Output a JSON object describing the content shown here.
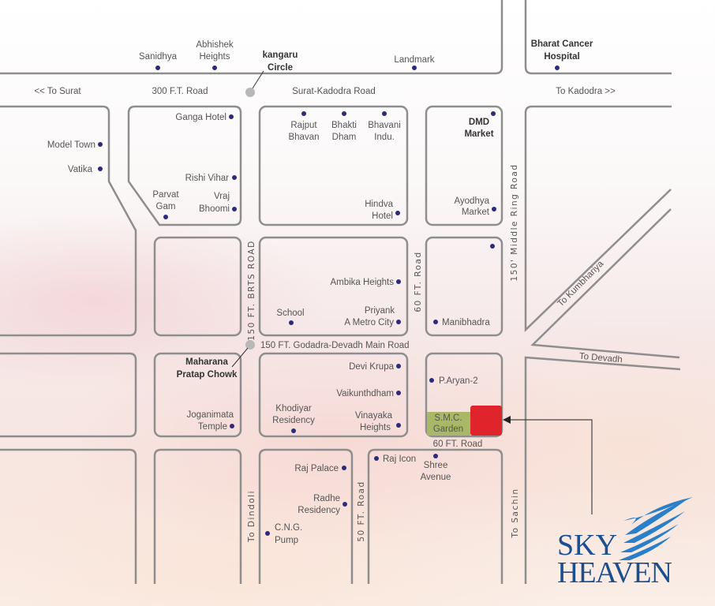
{
  "colors": {
    "road": "#8e8e8e",
    "poi_dot": "#2c2a7c",
    "site": "#e0242b",
    "garden": "#a9b866",
    "logo": "#1b4f8f"
  },
  "roads": {
    "to_surat": "<< To Surat",
    "road_300": "300 F.T. Road",
    "surat_kadodra": "Surat-Kadodra Road",
    "to_kadodra": "To Kadodra >>",
    "brts": "150 FT. BRTS ROAD",
    "sixty_a": "60 FT. Road",
    "middle_ring": "150' Middle Ring Road",
    "kumbhariya": "To Kumbhariya",
    "godadra": "150 FT. Godadra-Devadh Main Road",
    "devadh": "To Devadh",
    "sixty_b": "60 FT. Road",
    "dindoli": "To Dindoli",
    "fifty": "50 FT. Road",
    "sachin": "To Sachin"
  },
  "junctions": {
    "kangaru": [
      "kangaru",
      "Circle"
    ],
    "maharana": [
      "Maharana",
      "Pratap Chowk"
    ]
  },
  "places": {
    "sanidhya": [
      "Sanidhya"
    ],
    "abhishek": [
      "Abhishek",
      "Heights"
    ],
    "landmark": [
      "Landmark"
    ],
    "bharat": [
      "Bharat Cancer",
      "Hospital"
    ],
    "ganga": [
      "Ganga Hotel"
    ],
    "rajput": [
      "Rajput",
      "Bhavan"
    ],
    "bhakti": [
      "Bhakti",
      "Dham"
    ],
    "bhavani": [
      "Bhavani",
      "Indu."
    ],
    "dmd": [
      "DMD",
      "Market"
    ],
    "model_town": [
      "Model Town"
    ],
    "vatika": [
      "Vatika"
    ],
    "rishi": [
      "Rishi Vihar"
    ],
    "parvat": [
      "Parvat",
      "Gam"
    ],
    "vraj": [
      "Vraj",
      "Bhoomi"
    ],
    "hindva": [
      "Hindva",
      "Hotel"
    ],
    "ayodhya": [
      "Ayodhya",
      "Market"
    ],
    "ambika": [
      "Ambika Heights"
    ],
    "school": [
      "School"
    ],
    "priyank": [
      "Priyank",
      "A Metro City"
    ],
    "manibhadra": [
      "Manibhadra"
    ],
    "devi": [
      "Devi Krupa"
    ],
    "aryan": [
      "P.Aryan-2"
    ],
    "vaikunth": [
      "Vaikunthdham"
    ],
    "joganimata": [
      "Joganimata",
      "Temple"
    ],
    "khodiyar": [
      "Khodiyar",
      "Residency"
    ],
    "vinayaka": [
      "Vinayaka",
      "Heights"
    ],
    "smc": [
      "S.M.C.",
      "Garden"
    ],
    "raj_icon": [
      "Raj Icon"
    ],
    "shree": [
      "Shree",
      "Avenue"
    ],
    "raj_palace": [
      "Raj Palace"
    ],
    "radhe": [
      "Radhe",
      "Residency"
    ],
    "cng": [
      "C.N.G.",
      "Pump"
    ]
  },
  "logo": {
    "line1": "SKY",
    "line2": "HEAVEN"
  }
}
